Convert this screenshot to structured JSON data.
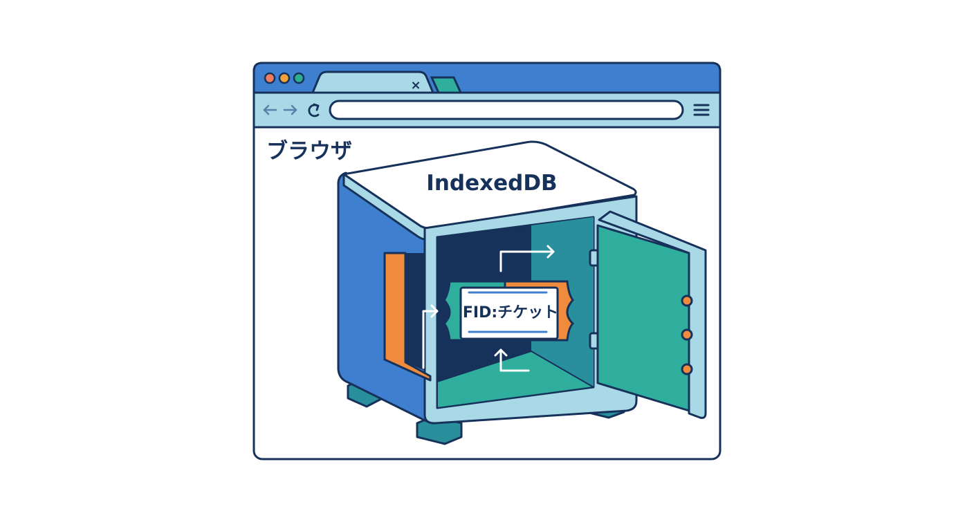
{
  "window": {
    "traffic_lights": [
      {
        "name": "close",
        "color": "#f07b5f"
      },
      {
        "name": "minimize",
        "color": "#f3a23a"
      },
      {
        "name": "maximize",
        "color": "#2fae8e"
      }
    ],
    "tab": {
      "close_glyph": "×"
    },
    "toolbar": {
      "back_icon": "arrow-left-icon",
      "forward_icon": "arrow-right-icon",
      "reload_icon": "reload-icon",
      "menu_icon": "hamburger-menu-icon",
      "address_value": ""
    }
  },
  "labels": {
    "browser": "ブラウザ",
    "storage": "IndexedDB",
    "ticket": "FID:チケット"
  },
  "colors": {
    "outline": "#16315a",
    "chrome_blue": "#3f7fcf",
    "light_blue": "#a9d9e6",
    "teal": "#2fae9e",
    "orange": "#f08a3c",
    "navy": "#16315a"
  }
}
